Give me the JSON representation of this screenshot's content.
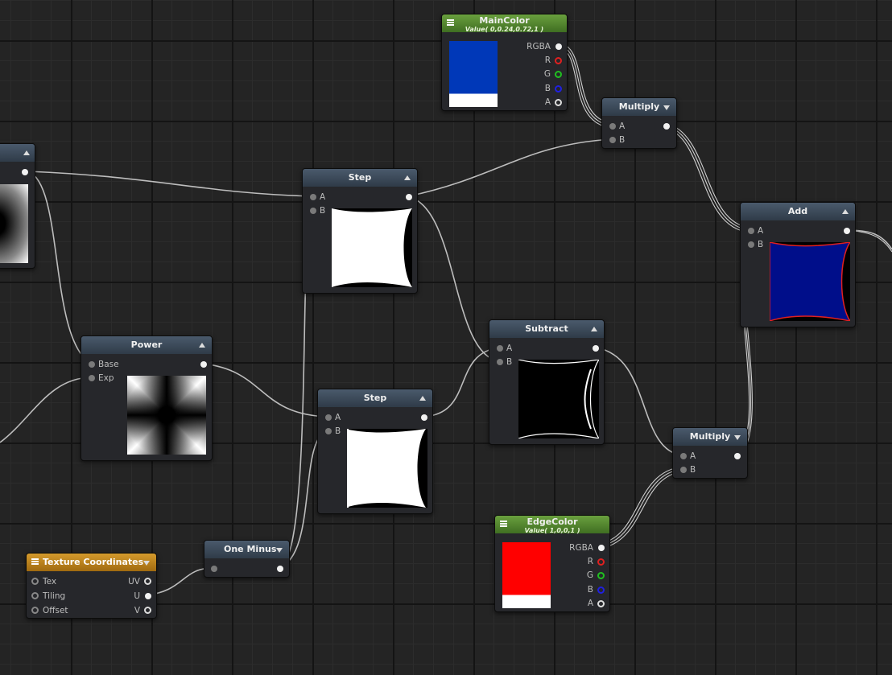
{
  "nodes": {
    "left_partial": {},
    "main_color": {
      "title": "MainColor",
      "subtitle": "Value( 0,0.24,0.72,1 )",
      "ports": [
        "RGBA",
        "R",
        "G",
        "B",
        "A"
      ],
      "color": "#0038b8"
    },
    "multiply_top": {
      "title": "Multiply",
      "inputs": [
        "A",
        "B"
      ]
    },
    "step_top": {
      "title": "Step",
      "inputs": [
        "A",
        "B"
      ]
    },
    "add": {
      "title": "Add",
      "inputs": [
        "A",
        "B"
      ]
    },
    "power": {
      "title": "Power",
      "inputs": [
        "Base",
        "Exp"
      ]
    },
    "subtract": {
      "title": "Subtract",
      "inputs": [
        "A",
        "B"
      ]
    },
    "step_bottom": {
      "title": "Step",
      "inputs": [
        "A",
        "B"
      ]
    },
    "multiply_bottom": {
      "title": "Multiply",
      "inputs": [
        "A",
        "B"
      ]
    },
    "edge_color": {
      "title": "EdgeColor",
      "subtitle": "Value( 1,0,0,1 )",
      "ports": [
        "RGBA",
        "R",
        "G",
        "B",
        "A"
      ],
      "color": "#ff0000"
    },
    "one_minus": {
      "title": "One Minus"
    },
    "texture_coordinates": {
      "title": "Texture Coordinates",
      "inputs": [
        "Tex",
        "Tiling",
        "Offset"
      ],
      "outputs": [
        "UV",
        "U",
        "V"
      ]
    }
  },
  "colors": {
    "wire": "#c8c8c8",
    "channel_r": "#e02020",
    "channel_g": "#20c020",
    "channel_b": "#2020e0"
  }
}
